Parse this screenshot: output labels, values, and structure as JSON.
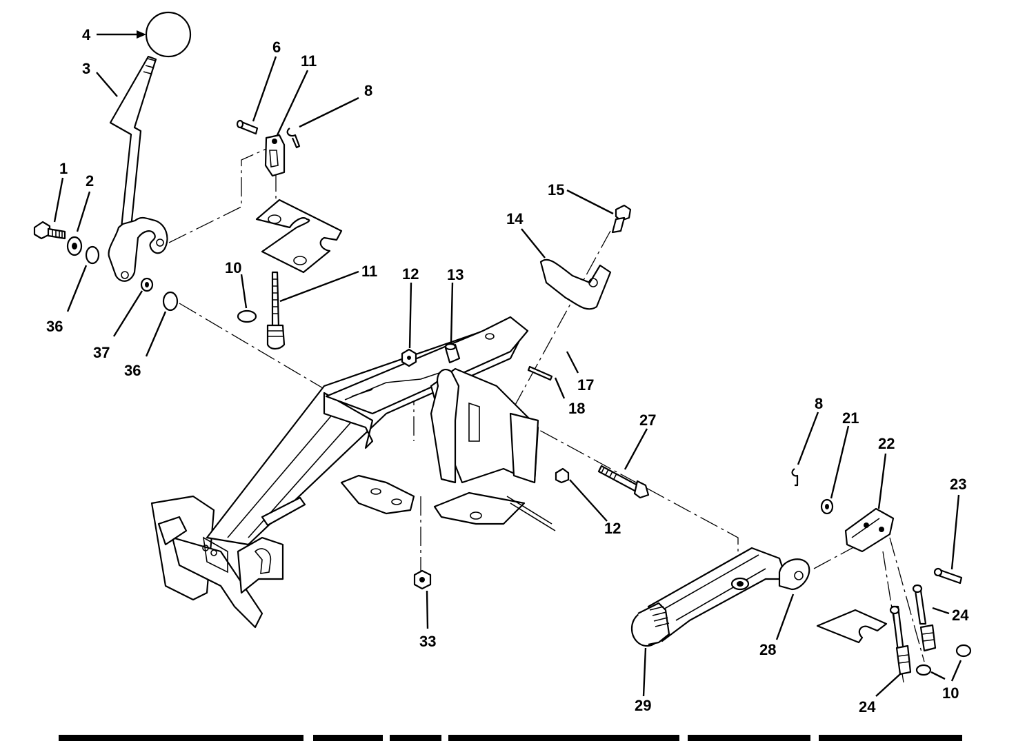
{
  "diagram": {
    "labels": {
      "l1": "1",
      "l2": "2",
      "l3": "3",
      "l4": "4",
      "l6": "6",
      "l11a": "11",
      "l8a": "8",
      "l15": "15",
      "l14": "14",
      "l10a": "10",
      "l11b": "11",
      "l12a": "12",
      "l13": "13",
      "l36a": "36",
      "l37": "37",
      "l36b": "36",
      "l17": "17",
      "l18": "18",
      "l27": "27",
      "l8b": "8",
      "l21": "21",
      "l22": "22",
      "l23": "23",
      "l12b": "12",
      "l33": "33",
      "l28": "28",
      "l24a": "24",
      "l24b": "24",
      "l10b": "10",
      "l29": "29"
    }
  }
}
